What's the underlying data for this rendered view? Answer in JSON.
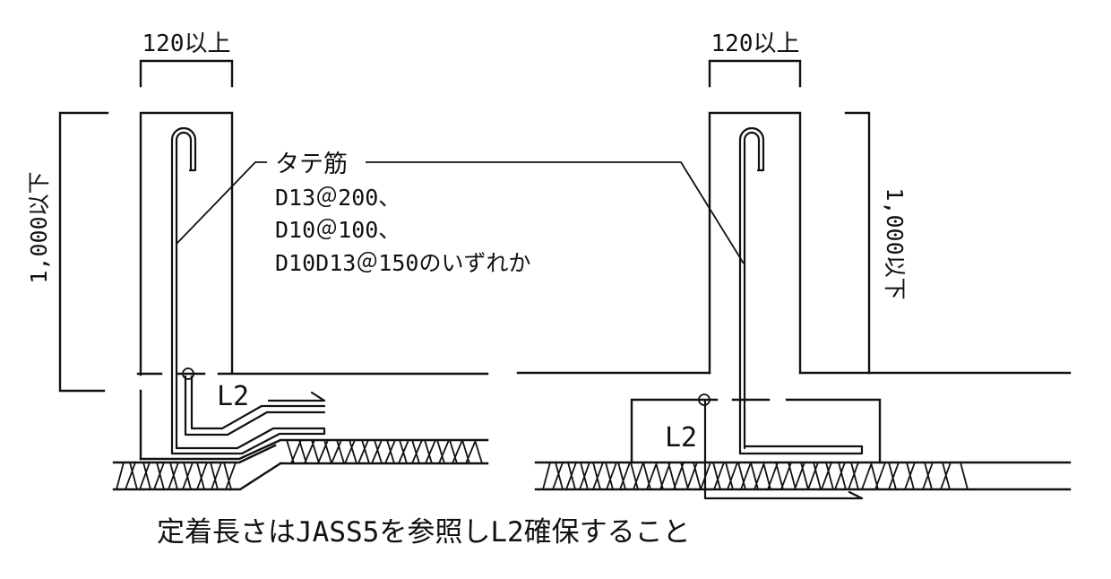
{
  "left_detail": {
    "width_label": "120以上",
    "height_label": "1,000以下",
    "bar_label": "L2"
  },
  "right_detail": {
    "width_label": "120以上",
    "height_label": "1,000以下",
    "bar_label": "L2"
  },
  "rebar_callout": {
    "title": "タテ筋",
    "lines": [
      "D13＠200、",
      "D10＠100、",
      "D10D13＠150のいずれか"
    ]
  },
  "footer_note": "定着長さはJASS5を参照しL2確保すること"
}
